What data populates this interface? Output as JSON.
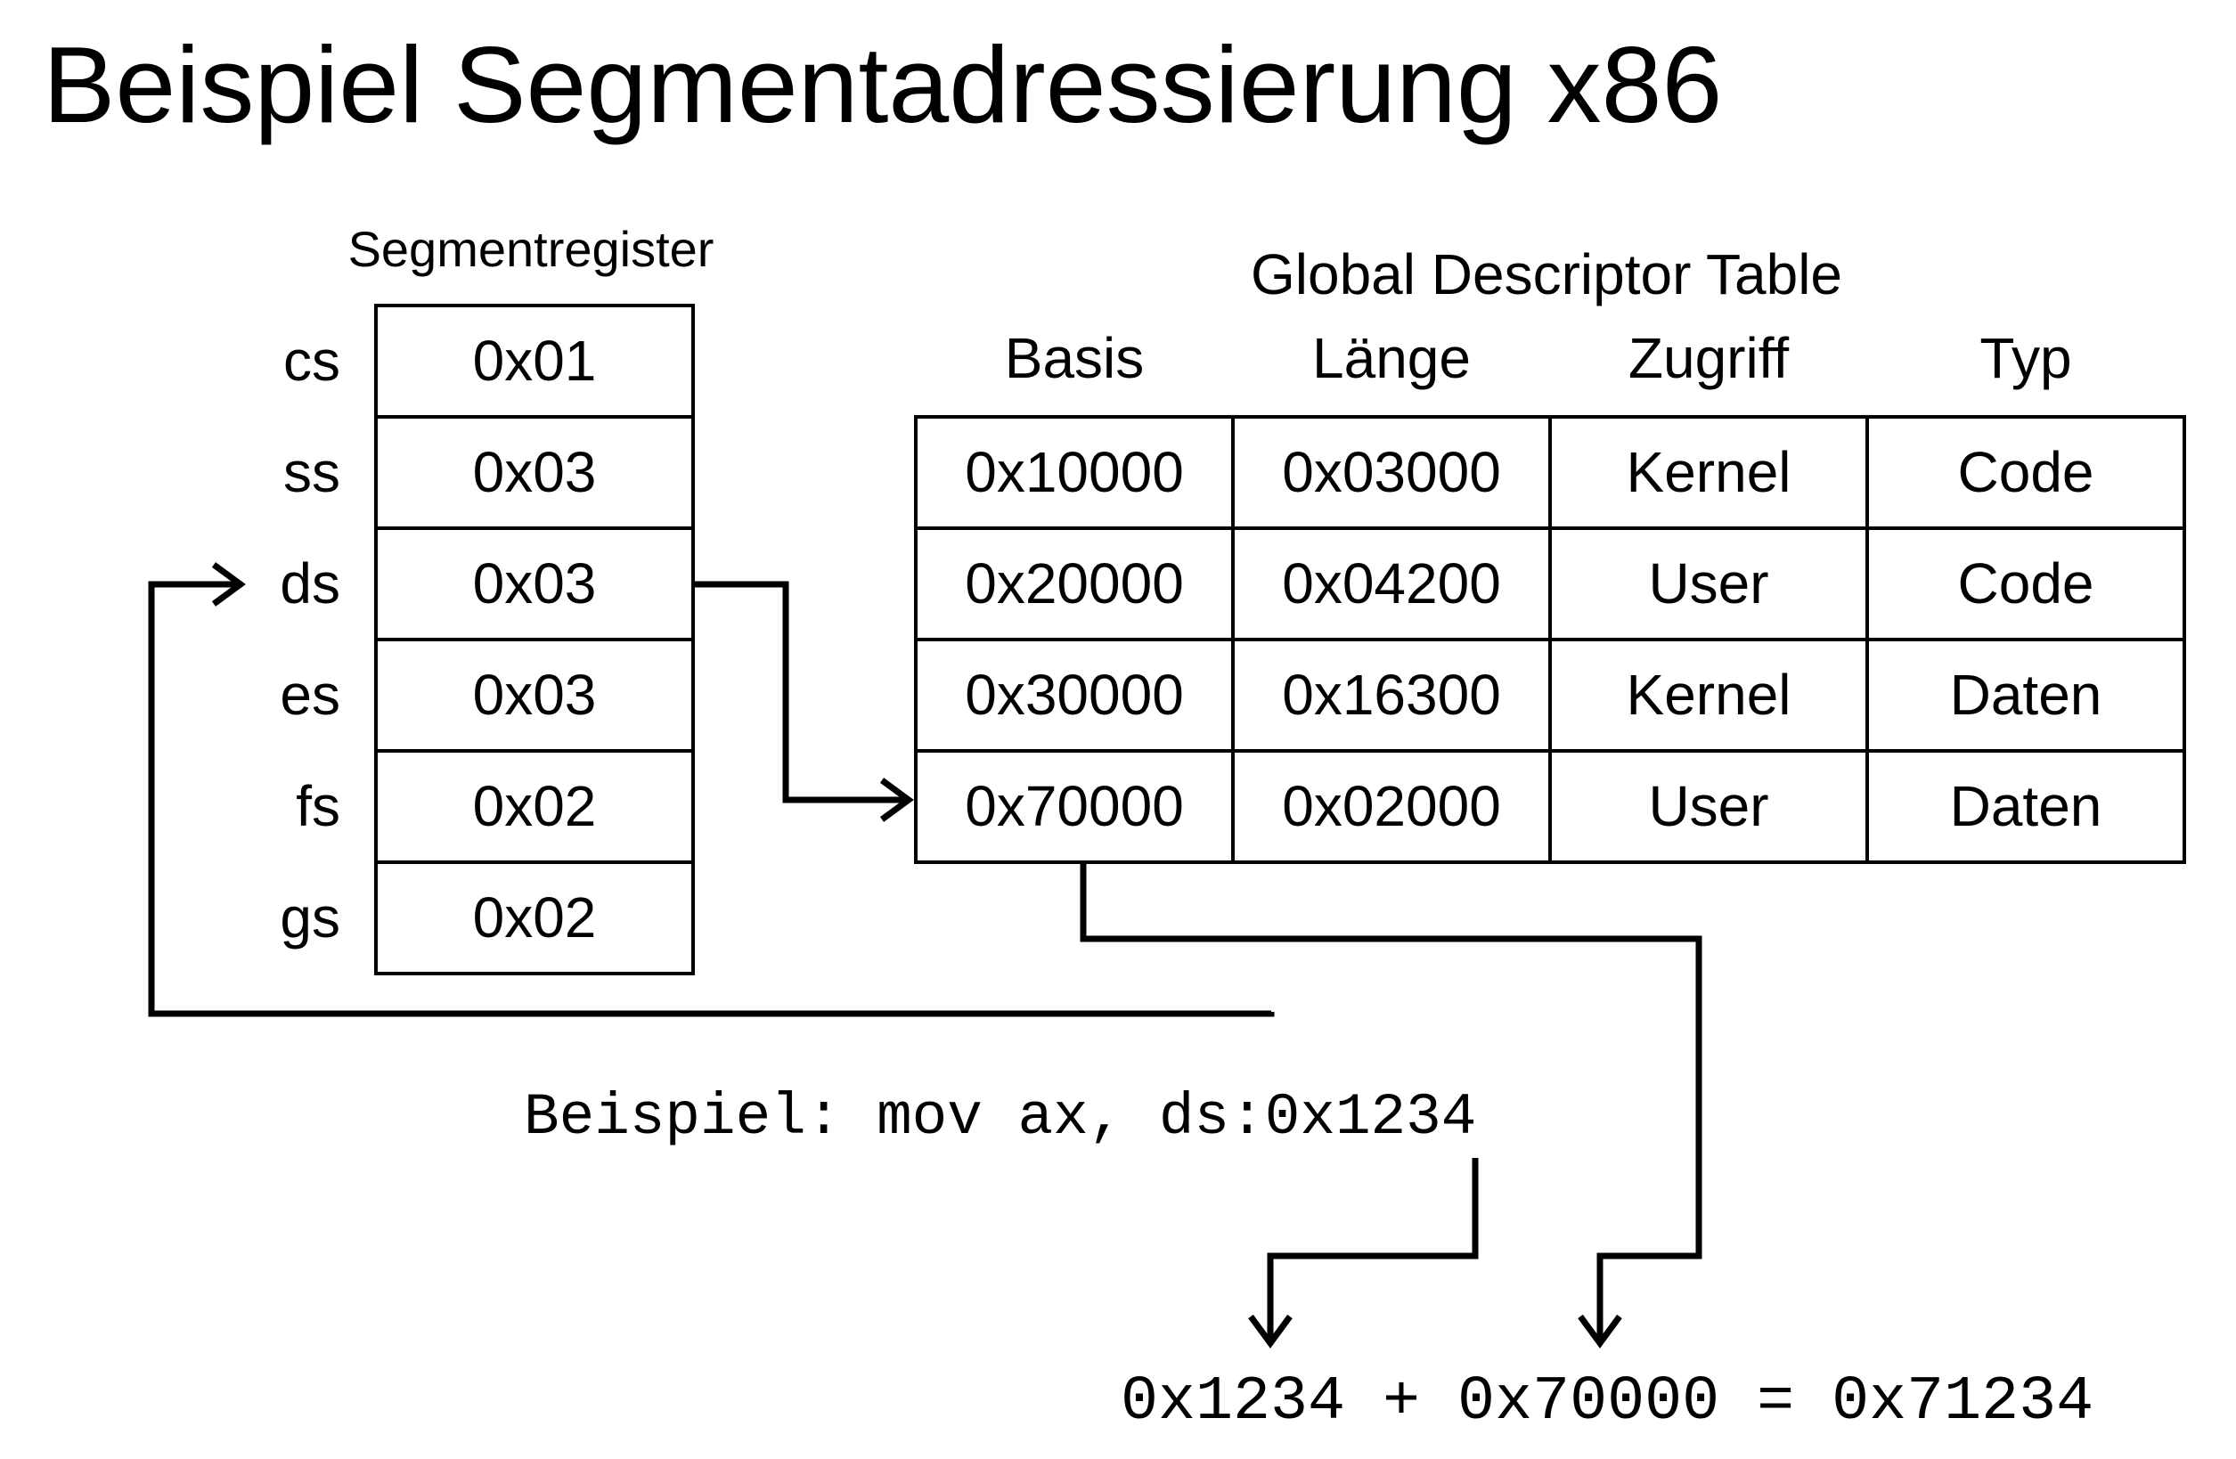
{
  "title": "Beispiel Segmentadressierung x86",
  "segment_registers": {
    "heading": "Segmentregister",
    "rows": [
      {
        "name": "cs",
        "value": "0x01"
      },
      {
        "name": "ss",
        "value": "0x03"
      },
      {
        "name": "ds",
        "value": "0x03"
      },
      {
        "name": "es",
        "value": "0x03"
      },
      {
        "name": "fs",
        "value": "0x02"
      },
      {
        "name": "gs",
        "value": "0x02"
      }
    ]
  },
  "gdt": {
    "heading": "Global Descriptor Table",
    "columns": [
      "Basis",
      "Länge",
      "Zugriff",
      "Typ"
    ],
    "rows": [
      [
        "0x10000",
        "0x03000",
        "Kernel",
        "Code"
      ],
      [
        "0x20000",
        "0x04200",
        "User",
        "Code"
      ],
      [
        "0x30000",
        "0x16300",
        "Kernel",
        "Daten"
      ],
      [
        "0x70000",
        "0x02000",
        "User",
        "Daten"
      ]
    ]
  },
  "example": {
    "instruction": "Beispiel: mov ax, ds:0x1234",
    "result": "0x1234 + 0x70000 = 0x71234"
  }
}
